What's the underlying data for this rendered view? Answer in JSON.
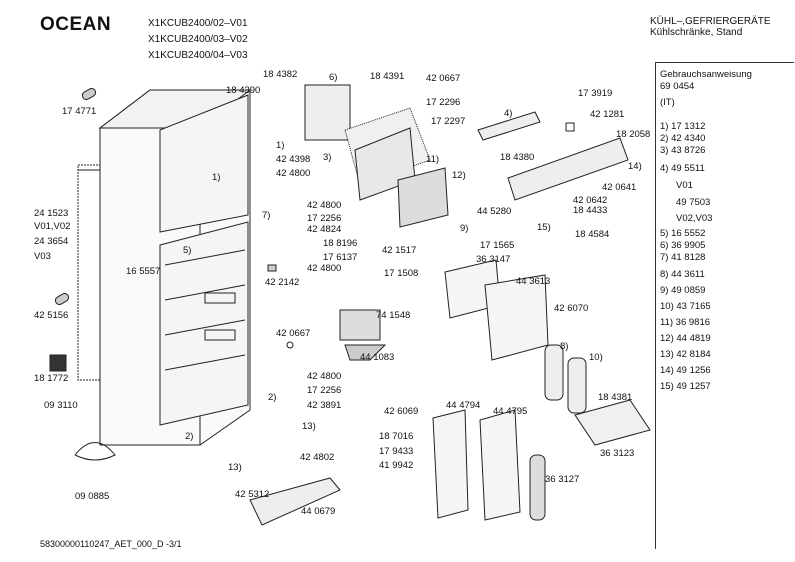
{
  "header": {
    "brand": "OCEAN",
    "models": [
      "X1KCUB2400/02–V01",
      "X1KCUB2400/03–V02",
      "X1KCUB2400/04–V03"
    ],
    "title_line1": "KÜHL–,GEFRIERGERÄTE",
    "title_line2": "Kühlschränke, Stand"
  },
  "legend": {
    "heading1": "Gebrauchsanweisung",
    "heading2": "69 0454",
    "heading3": "(IT)",
    "rows": [
      "1) 17 1312",
      "2) 42 4340",
      "3) 43 8726",
      "4) 49 5511",
      "V01",
      "49 7503",
      "V02,V03",
      "5) 16 5552",
      "6) 36 9905",
      "7) 41 8128",
      "8) 44 3611",
      "9) 49 0859",
      "10) 43 7165",
      "11) 36 9816",
      "12) 44 4819",
      "13) 42 8184",
      "14) 49 1256",
      "15) 49 1257"
    ]
  },
  "labels": [
    "17 4771",
    "18 4382",
    "6)",
    "18 4390",
    "18 4391",
    "42 0667",
    "17 2296",
    "17 2297",
    "4)",
    "17 3919",
    "42 1281",
    "18 2058",
    "3)",
    "1)",
    "42 4398",
    "42 4800",
    "11)",
    "18 4380",
    "14)",
    "42 0641",
    "1)",
    "12)",
    "42 0642",
    "18 4433",
    "24 1523",
    "V01,V02",
    "24 3654",
    "V03",
    "42 4800",
    "17 2256",
    "7)",
    "42 4824",
    "18 8196",
    "44 5280",
    "15)",
    "18 4584",
    "17 6137",
    "42 4800",
    "42 1517",
    "9)",
    "17 1565",
    "5)",
    "16 5557",
    "42 2142",
    "17 1508",
    "36 3147",
    "44 3613",
    "74 1548",
    "42 6070",
    "42 5156",
    "42 0667",
    "44 1083",
    "8)",
    "10)",
    "18 1772",
    "42 4800",
    "17 2256",
    "2)",
    "42 3891",
    "18 4381",
    "09 3110",
    "42 6069",
    "44 4794",
    "44 4795",
    "13)",
    "2)",
    "18 7016",
    "17 9433",
    "41 9942",
    "42 4802",
    "36 3123",
    "13)",
    "36 3127",
    "42 5312",
    "44 0679",
    "09 0885"
  ],
  "footer": "58300000110247_AET_000_D  -3/1"
}
